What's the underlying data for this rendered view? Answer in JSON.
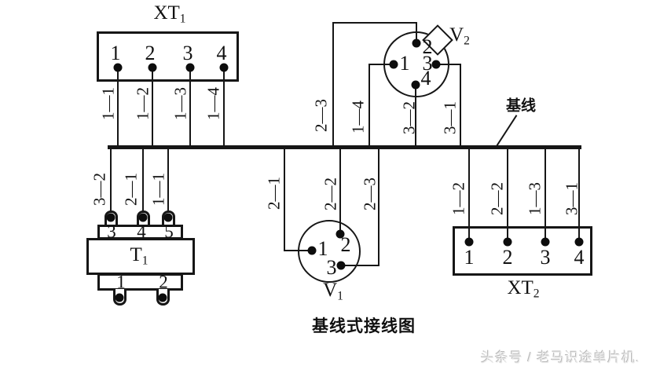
{
  "title": "基线式接线图",
  "watermark": "头条号 / 老马识途单片机.",
  "baseline": {
    "label": "基线"
  },
  "xt1": {
    "name": "XT",
    "sub": "1",
    "pins": [
      "1",
      "2",
      "3",
      "4"
    ],
    "wires": [
      "1—1",
      "1—2",
      "1—3",
      "1—4"
    ]
  },
  "v2": {
    "name": "V",
    "sub": "2",
    "pins": [
      "1",
      "2",
      "3",
      "4"
    ],
    "wires": [
      "2—3",
      "1—4",
      "3—2",
      "3—1"
    ]
  },
  "t1": {
    "name": "T",
    "sub": "1",
    "top_pins": [
      "3",
      "4",
      "5"
    ],
    "bottom_pins": [
      "1",
      "2"
    ],
    "wires": [
      "3—2",
      "2—1",
      "1—1"
    ]
  },
  "v1": {
    "name": "V",
    "sub": "1",
    "pins": [
      "1",
      "2",
      "3"
    ],
    "wires": [
      "2—1",
      "2—2",
      "2—3"
    ]
  },
  "xt2": {
    "name": "XT",
    "sub": "2",
    "pins": [
      "1",
      "2",
      "3",
      "4"
    ],
    "wires": [
      "1—2",
      "2—2",
      "1—3",
      "3—1"
    ]
  }
}
